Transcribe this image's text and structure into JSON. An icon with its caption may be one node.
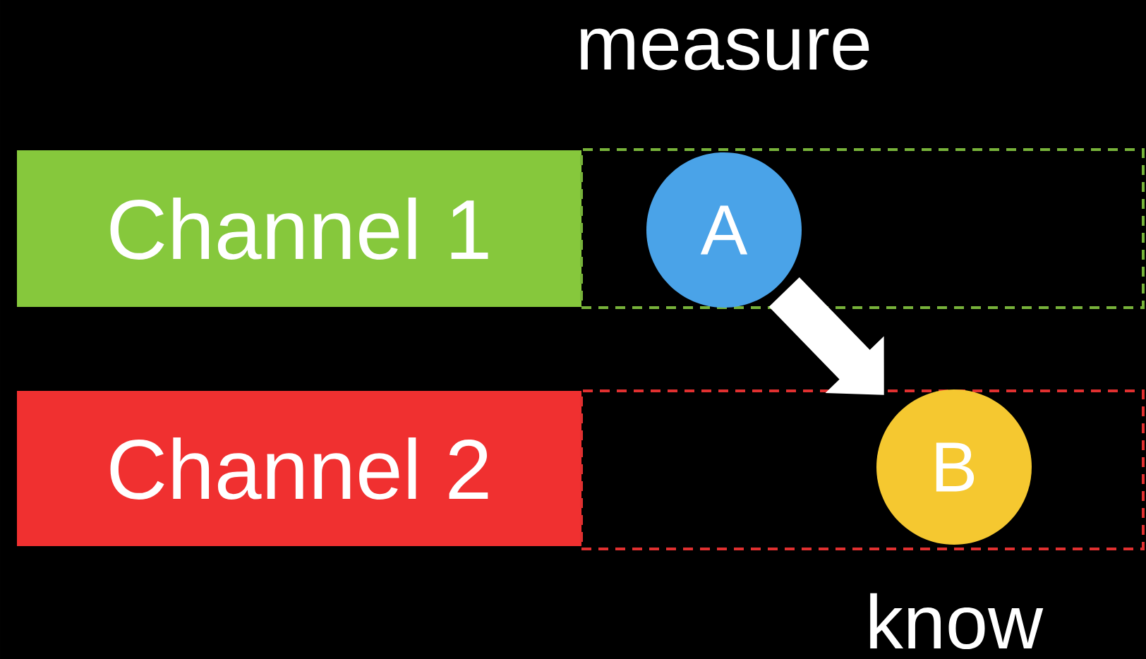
{
  "diagram": {
    "nodes": [
      {
        "text": [
          "Channel 1"
        ]
      },
      {
        "text": [],
        "shape": "box"
      },
      {
        "text": [
          "A"
        ],
        "in": 1
      },
      {
        "text": [
          "Channel 2"
        ]
      },
      {
        "text": [],
        "shape": "box"
      },
      {
        "text": [
          "B"
        ],
        "in": 4,
        "beside": [
          "know"
        ]
      }
    ],
    "edges": [
      {
        "from": 2,
        "to": 5,
        "arrow": "to"
      }
    ],
    "labels": [
      "measure"
    ]
  }
}
